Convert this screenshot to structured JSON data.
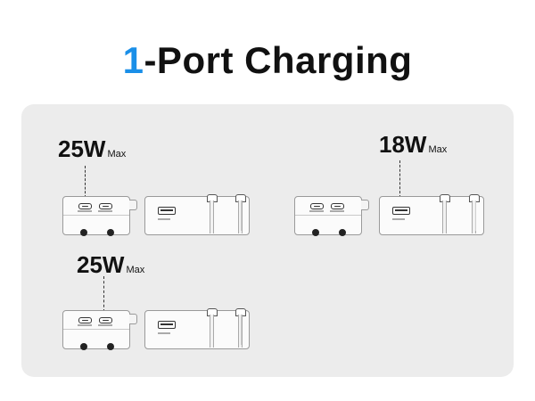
{
  "title": {
    "accent": "1",
    "rest": "-Port Charging"
  },
  "groups": [
    {
      "rating": "25W",
      "max": "Max",
      "active_port": "usb-c-1"
    },
    {
      "rating": "18W",
      "max": "Max",
      "active_port": "usb-a"
    },
    {
      "rating": "25W",
      "max": "Max",
      "active_port": "usb-c-2"
    }
  ],
  "colors": {
    "accent": "#1a8fe8",
    "panel": "#ececec",
    "text": "#111111"
  }
}
